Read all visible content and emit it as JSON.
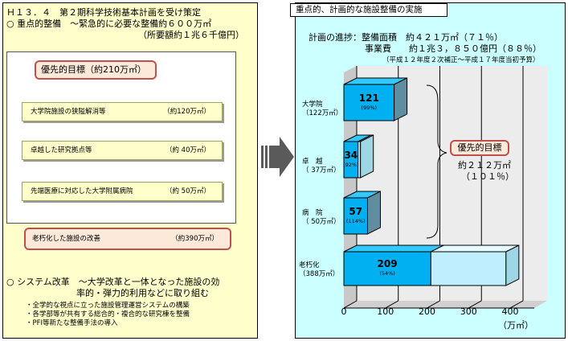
{
  "left": {
    "heading": "Ｈ１３．４　第２期科学技術基本計画を受け策定",
    "point1_label": "○ 重点的整備　～緊急的に必要な整備約６００万㎡",
    "point1_note": "（所要額約１兆６千億円）",
    "goal_label": "優先的目標（約210万㎡）",
    "items": [
      {
        "label": "大学院施設の狭隘解消等",
        "value": "（約120万㎡）"
      },
      {
        "label": "卓越した研究拠点等",
        "value": "（約 40万㎡）"
      },
      {
        "label": "先端医療に対応した大学附属病院",
        "value": "（約 50万㎡）"
      }
    ],
    "old_label": "老朽化した施設の改善",
    "old_value": "（約390万㎡）",
    "point2_line1": "○ システム改革　～大学改革と一体となった施設の効",
    "point2_line2": "率的・弾力的利用などに取り組む",
    "bullets": [
      "・全学的な視点に立った施設管理運営システムの構築",
      "・各学部等が共有する総合的・複合的な研究棟を整備",
      "・PFI等新たな整備手法の導入"
    ]
  },
  "right": {
    "title": "重点的、計画的な施設整備の実施",
    "progress_line1": "計画の進捗：整備面積　約４２１万㎡（７１％）",
    "progress_line2": "事業費　　約１兆３，８５０億円（８８％）",
    "period_note": "（平成１２年度２次補正～平成１７年度当初予算）",
    "goal_label": "優先的目標",
    "goal_value": "約２１２万㎡",
    "goal_pct": "（１０１％）"
  },
  "chart_data": {
    "type": "bar",
    "orientation": "horizontal",
    "categories": [
      {
        "name": "大学院",
        "sub": "（122万㎡）"
      },
      {
        "name": "卓　越",
        "sub": "（ 37万㎡）"
      },
      {
        "name": "病　院",
        "sub": "（ 50万㎡）"
      },
      {
        "name": "老朽化",
        "sub": "（388万㎡）"
      }
    ],
    "values": [
      121,
      34,
      57,
      209
    ],
    "targets": [
      120,
      40,
      50,
      390
    ],
    "value_labels": [
      "121",
      "34",
      "57",
      "209"
    ],
    "pct_labels": [
      "(99%)",
      "(92%)",
      "(114%)",
      "(54%)"
    ],
    "xlim": [
      0,
      400
    ],
    "xticks": [
      0,
      100,
      200,
      300,
      400
    ],
    "xlabel": "（万㎡）",
    "colors": {
      "bar": "#00b0f0",
      "bar_side": "#5f8ea0",
      "target_fill": "#bfefff",
      "floor": "#d9d9d9"
    }
  },
  "arrow": {
    "color": "#5a5a5a"
  }
}
